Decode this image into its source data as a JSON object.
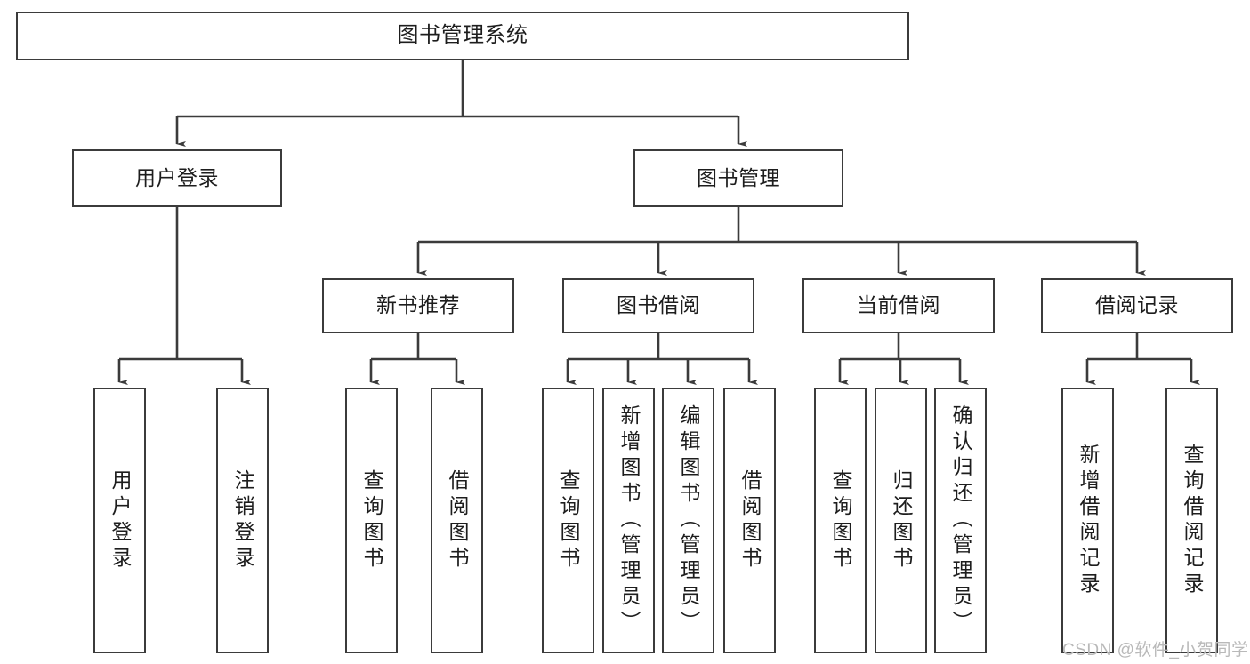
{
  "diagram": {
    "type": "tree",
    "title": "图书管理系统",
    "levels": [
      {
        "level": 1,
        "nodes": [
          {
            "id": "root",
            "label": "图书管理系统",
            "orientation": "horizontal"
          }
        ]
      },
      {
        "level": 2,
        "nodes": [
          {
            "id": "user-login",
            "label": "用户登录",
            "orientation": "horizontal",
            "parent": "root"
          },
          {
            "id": "book-manage",
            "label": "图书管理",
            "orientation": "horizontal",
            "parent": "root"
          }
        ]
      },
      {
        "level": 3,
        "nodes": [
          {
            "id": "new-book-recommend",
            "label": "新书推荐",
            "orientation": "horizontal",
            "parent": "book-manage"
          },
          {
            "id": "book-borrow",
            "label": "图书借阅",
            "orientation": "horizontal",
            "parent": "book-manage"
          },
          {
            "id": "current-borrow",
            "label": "当前借阅",
            "orientation": "horizontal",
            "parent": "book-manage"
          },
          {
            "id": "borrow-record",
            "label": "借阅记录",
            "orientation": "horizontal",
            "parent": "book-manage"
          }
        ]
      },
      {
        "level": 4,
        "nodes": [
          {
            "id": "leaf-user-login",
            "label": "用户登录",
            "orientation": "vertical",
            "parent": "user-login"
          },
          {
            "id": "leaf-logout",
            "label": "注销登录",
            "orientation": "vertical",
            "parent": "user-login"
          },
          {
            "id": "leaf-query-book-1",
            "label": "查询图书",
            "orientation": "vertical",
            "parent": "new-book-recommend"
          },
          {
            "id": "leaf-borrow-book-1",
            "label": "借阅图书",
            "orientation": "vertical",
            "parent": "new-book-recommend"
          },
          {
            "id": "leaf-query-book-2",
            "label": "查询图书",
            "orientation": "vertical",
            "parent": "book-borrow"
          },
          {
            "id": "leaf-add-book",
            "label": "新增图书（管理员）",
            "orientation": "vertical",
            "parent": "book-borrow"
          },
          {
            "id": "leaf-edit-book",
            "label": "编辑图书（管理员）",
            "orientation": "vertical",
            "parent": "book-borrow"
          },
          {
            "id": "leaf-borrow-book-2",
            "label": "借阅图书",
            "orientation": "vertical",
            "parent": "book-borrow"
          },
          {
            "id": "leaf-query-book-3",
            "label": "查询图书",
            "orientation": "vertical",
            "parent": "current-borrow"
          },
          {
            "id": "leaf-return-book",
            "label": "归还图书",
            "orientation": "vertical",
            "parent": "current-borrow"
          },
          {
            "id": "leaf-confirm-return",
            "label": "确认归还（管理员）",
            "orientation": "vertical",
            "parent": "current-borrow"
          },
          {
            "id": "leaf-add-record",
            "label": "新增借阅记录",
            "orientation": "vertical",
            "parent": "borrow-record"
          },
          {
            "id": "leaf-query-record",
            "label": "查询借阅记录",
            "orientation": "vertical",
            "parent": "borrow-record"
          }
        ]
      }
    ],
    "colors": {
      "border": "#3b3b3b",
      "text": "#1d1d1d",
      "background": "#ffffff",
      "connector": "#3b3b3b",
      "watermark": "#b9b9b9"
    }
  },
  "watermark": {
    "text": "CSDN @软件_小贺同学"
  }
}
